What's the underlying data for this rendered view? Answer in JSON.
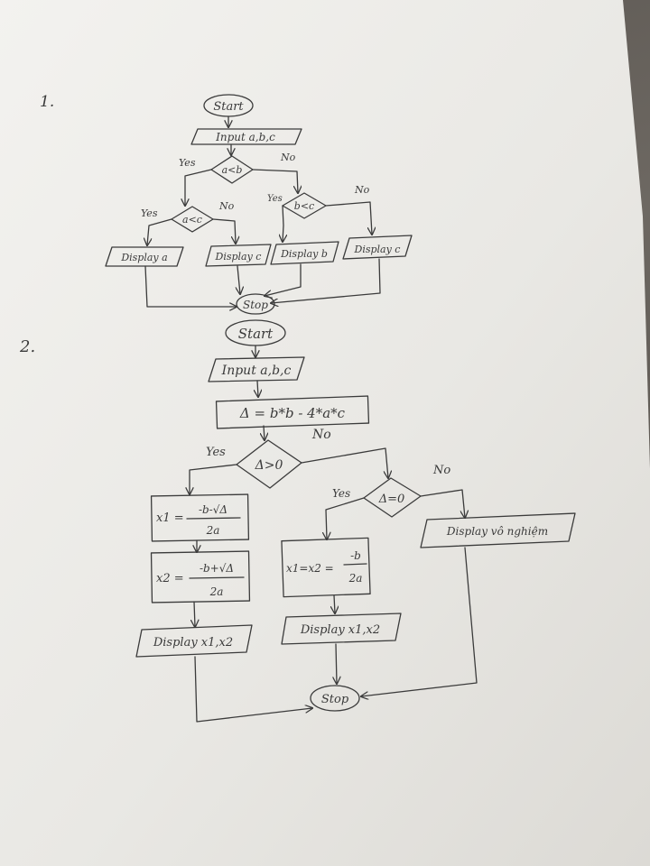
{
  "colors": {
    "paper": "#ecebe7",
    "ink": "#3b3b3b",
    "background": "#5a5550"
  },
  "flowchart1": {
    "number": "1.",
    "start": "Start",
    "input": "Input a,b,c",
    "cond_ab": "a<b",
    "cond_ab_yes": "Yes",
    "cond_ab_no": "No",
    "cond_ac": "a<c",
    "cond_ac_yes": "Yes",
    "cond_ac_no": "No",
    "cond_bc": "b<c",
    "cond_bc_yes": "Yes",
    "cond_bc_no": "No",
    "display_a": "Display a",
    "display_c1": "Display c",
    "display_b": "Display b",
    "display_c2": "Display c",
    "stop": "Stop"
  },
  "flowchart2": {
    "number": "2.",
    "start": "Start",
    "input": "Input a,b,c",
    "delta": "Δ = b*b - 4*a*c",
    "cond_gt": "Δ>0",
    "cond_gt_yes": "Yes",
    "cond_gt_no": "No",
    "cond_eq": "Δ=0",
    "cond_eq_yes": "Yes",
    "cond_eq_no": "No",
    "x1_label": "x1 =",
    "x1_num": "-b-√Δ",
    "x1_den": "2a",
    "x2_label": "x2 =",
    "x2_num": "-b+√Δ",
    "x2_den": "2a",
    "x12_label": "x1=x2 =",
    "x12_num": "-b",
    "x12_den": "2a",
    "display_x1x2_a": "Display x1,x2",
    "display_x1x2_b": "Display x1,x2",
    "display_vn": "Display vô nghiệm",
    "stop": "Stop"
  }
}
